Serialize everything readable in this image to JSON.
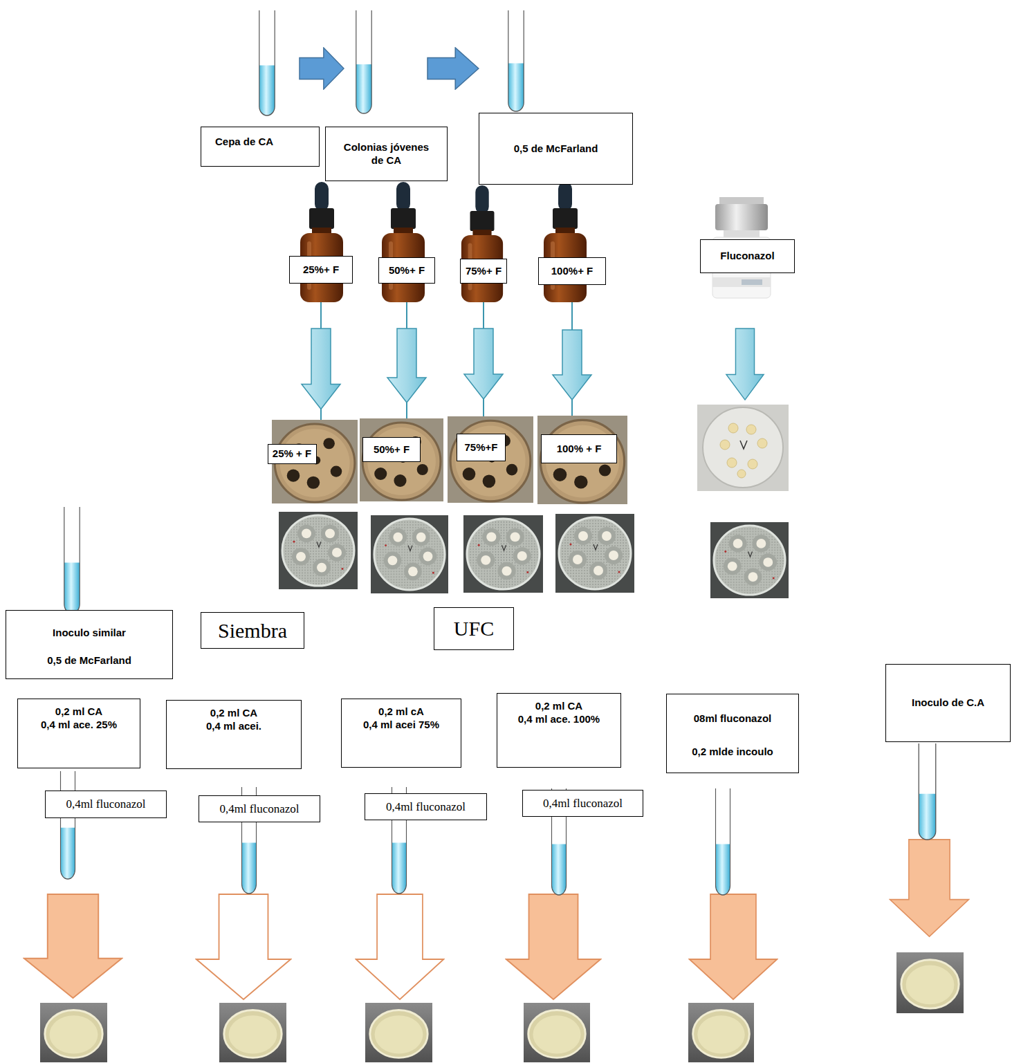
{
  "diagram": {
    "nodes": [
      {
        "text": [
          "Cepa de CA"
        ]
      },
      {
        "text": [
          "Colonias jóvenes de CA"
        ]
      },
      {
        "text": [
          "0,5 de McFarland"
        ]
      },
      {
        "text": [
          "25%+ F"
        ]
      },
      {
        "text": [
          "50%+ F"
        ]
      },
      {
        "text": [
          "75%+ F"
        ]
      },
      {
        "text": [
          "100%+ F"
        ]
      },
      {
        "text": [
          "Fluconazol"
        ]
      },
      {
        "text": [
          "25% + F"
        ]
      },
      {
        "text": [
          "50%+ F"
        ]
      },
      {
        "text": [
          "75%+F"
        ]
      },
      {
        "text": [
          "100% + F"
        ]
      },
      {
        "text": [
          "Inoculo similar",
          "0,5 de McFarland"
        ]
      },
      {
        "text": [
          "Siembra"
        ]
      },
      {
        "text": [
          "UFC"
        ]
      },
      {
        "text": [
          "Inoculo de C.A"
        ]
      },
      {
        "text": [
          "0,2 ml CA",
          "0,4 ml ace. 25%"
        ]
      },
      {
        "text": [
          "0,2 ml CA",
          "0,4 ml acei."
        ]
      },
      {
        "text": [
          "0,2 ml cA",
          "0,4 ml acei 75%"
        ]
      },
      {
        "text": [
          "0,2 ml CA",
          "0,4 ml ace. 100%"
        ]
      },
      {
        "text": [
          "08ml fluconazol",
          "0,2 mlde incoulo"
        ]
      },
      {
        "text": [
          "0,4ml fluconazol"
        ]
      },
      {
        "text": [
          "0,4ml fluconazol"
        ]
      },
      {
        "text": [
          "0,4ml fluconazol"
        ]
      },
      {
        "text": [
          "0,4ml fluconazol"
        ]
      }
    ],
    "edges": [
      {
        "from": 3,
        "to": 8,
        "arrow": "to"
      },
      {
        "from": 4,
        "to": 9,
        "arrow": "to"
      },
      {
        "from": 5,
        "to": 10,
        "arrow": "to"
      },
      {
        "from": 6,
        "to": 11,
        "arrow": "to"
      }
    ]
  }
}
